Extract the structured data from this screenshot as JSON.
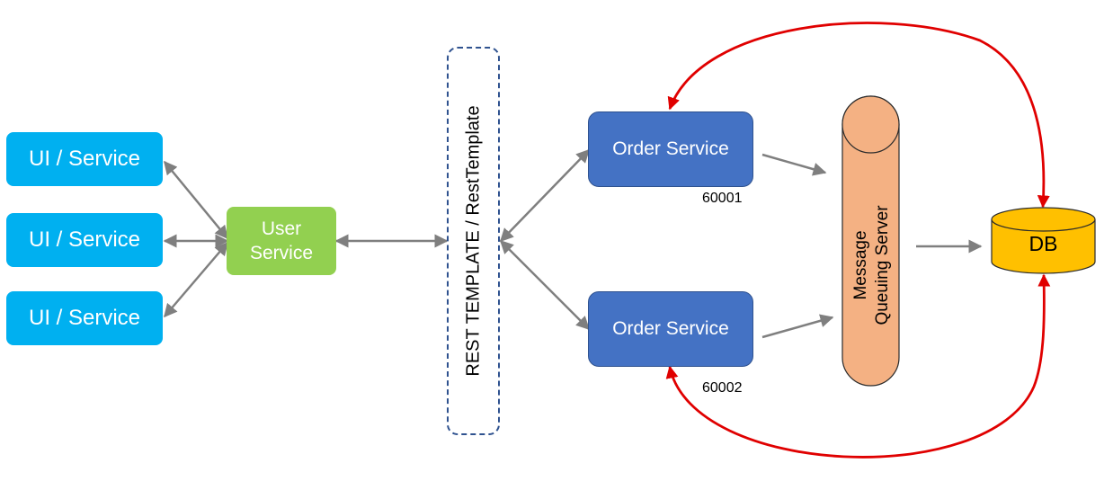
{
  "ui_services": [
    {
      "label": "UI / Service"
    },
    {
      "label": "UI / Service"
    },
    {
      "label": "UI / Service"
    }
  ],
  "user_service": {
    "label": "User\nService"
  },
  "rest_template": {
    "label": "REST TEMPLATE / RestTemplate"
  },
  "order_services": [
    {
      "label": "Order Service",
      "port": "60001"
    },
    {
      "label": "Order Service",
      "port": "60002"
    }
  ],
  "message_queue": {
    "label": "Message\nQueuing Server"
  },
  "database": {
    "label": "DB"
  },
  "colors": {
    "ui_service": "#00b0f0",
    "user_service": "#92d050",
    "order_service": "#4472c4",
    "message_queue": "#f4b183",
    "database": "#ffc000",
    "gray_arrow": "#7f7f7f",
    "red_arrow": "#e00000"
  }
}
